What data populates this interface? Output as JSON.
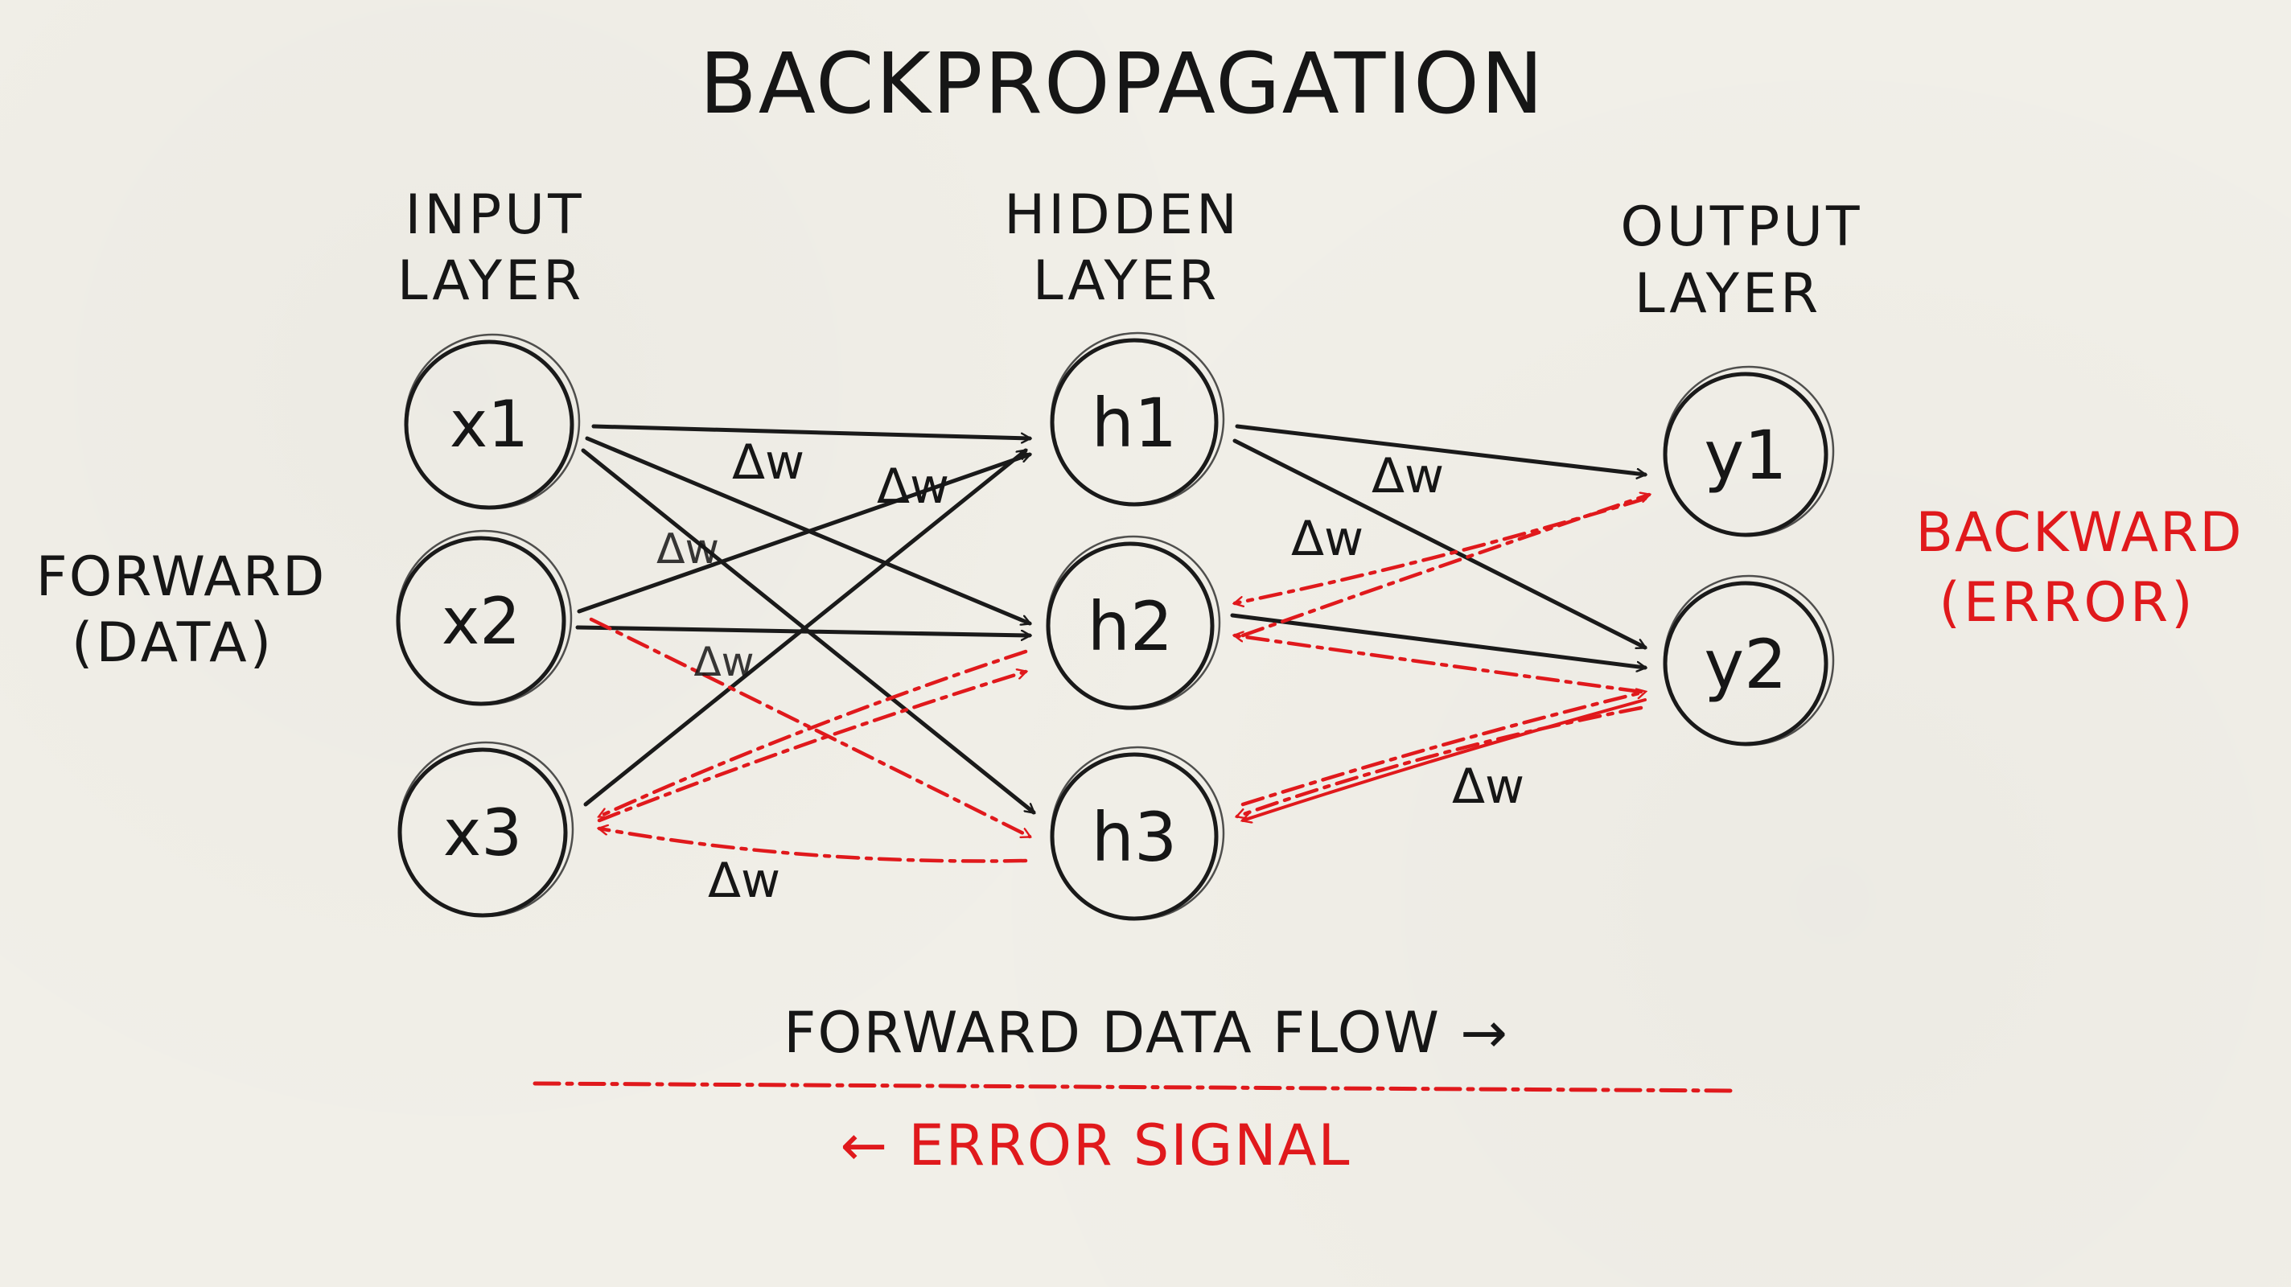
{
  "title": "BACKPROPAGATION",
  "layers": {
    "input": [
      "INPUT",
      "LAYER"
    ],
    "hidden": [
      "HIDDEN",
      "LAYER"
    ],
    "output": [
      "OUTPUT",
      "LAYER"
    ]
  },
  "side_labels": {
    "forward": [
      "FORWARD",
      "(DATA)"
    ],
    "backward": [
      "BACKWARD",
      "(ERROR)"
    ]
  },
  "nodes": {
    "x1": "x1",
    "x2": "x2",
    "x3": "x3",
    "h1": "h1",
    "h2": "h2",
    "h3": "h3",
    "y1": "y1",
    "y2": "y2"
  },
  "weight_update_label": "Δw",
  "legend": {
    "forward": "FORWARD DATA FLOW →",
    "error": "← ERROR SIGNAL"
  },
  "colors": {
    "ink": "#161616",
    "error": "#e0191c",
    "paper": "#f1efe8"
  }
}
